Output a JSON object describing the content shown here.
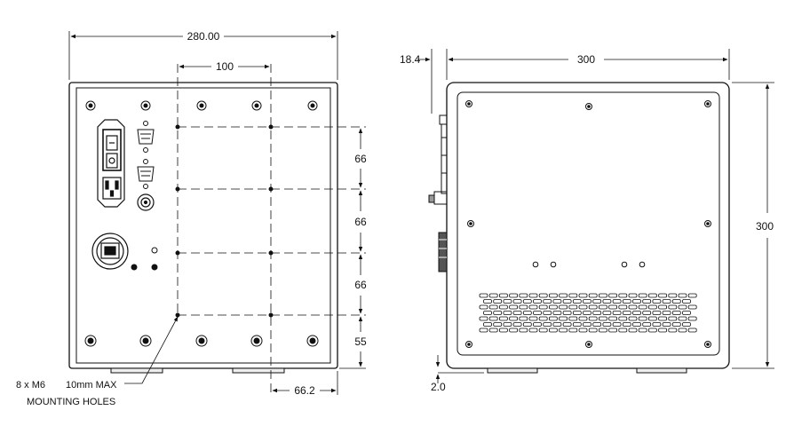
{
  "front_view": {
    "width_dim": "280.00",
    "hole_pitch_dim": "100",
    "vertical_dims": [
      "66",
      "66",
      "66",
      "55"
    ],
    "offset_dim": "66.2",
    "note_line1": "8 x M6",
    "note_line2": "10mm MAX",
    "note_line3": "MOUNTING HOLES"
  },
  "side_view": {
    "depth_dim": "18.4",
    "width_dim": "300",
    "height_dim": "300",
    "foot_dim": "2.0"
  }
}
